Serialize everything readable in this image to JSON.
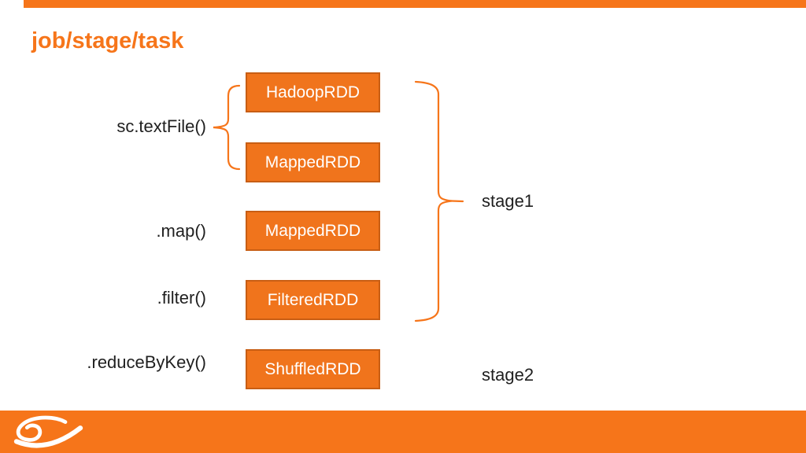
{
  "slide": {
    "title": "job/stage/task"
  },
  "colors": {
    "accent_orange": "#F6751A",
    "box_fill": "#F0741C",
    "box_border": "#C85E14",
    "label_text": "#1F1F1F",
    "box_label": "#FFFFFF",
    "background": "#FFFFFF"
  },
  "diagram": {
    "operations": [
      "sc.textFile()",
      ".map()",
      ".filter()",
      ".reduceByKey()"
    ],
    "boxes": [
      "HadoopRDD",
      "MappedRDD",
      "MappedRDD",
      "FilteredRDD",
      "ShuffledRDD"
    ],
    "stages": [
      {
        "label": "stage1",
        "covers_boxes": [
          "HadoopRDD",
          "MappedRDD",
          "MappedRDD",
          "FilteredRDD"
        ]
      },
      {
        "label": "stage2",
        "covers_boxes": [
          "ShuffledRDD"
        ]
      }
    ],
    "mapping": [
      {
        "operation": "sc.textFile()",
        "produces": [
          "HadoopRDD",
          "MappedRDD"
        ]
      },
      {
        "operation": ".map()",
        "produces": [
          "MappedRDD"
        ]
      },
      {
        "operation": ".filter()",
        "produces": [
          "FilteredRDD"
        ]
      },
      {
        "operation": ".reduceByKey()",
        "produces": [
          "ShuffledRDD"
        ]
      }
    ]
  },
  "footer": {
    "logo": "alibaba-logo"
  }
}
